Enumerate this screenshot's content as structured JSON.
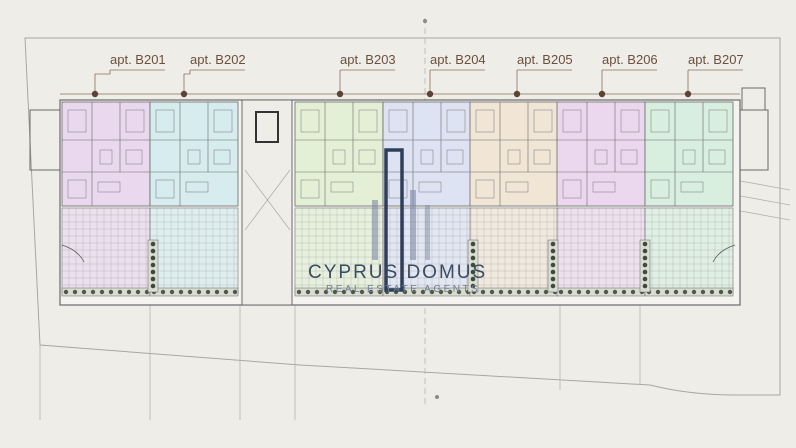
{
  "apartments": [
    {
      "id": "b201",
      "label": "apt. B201",
      "tint": "#ead8ee"
    },
    {
      "id": "b202",
      "label": "apt. B202",
      "tint": "#d6ecee"
    },
    {
      "id": "b203",
      "label": "apt. B203",
      "tint": "#e4f0d6"
    },
    {
      "id": "b204",
      "label": "apt. B204",
      "tint": "#dde3f2"
    },
    {
      "id": "b205",
      "label": "apt. B205",
      "tint": "#f1e6d6"
    },
    {
      "id": "b206",
      "label": "apt. B206",
      "tint": "#ecd8ee"
    },
    {
      "id": "b207",
      "label": "apt. B207",
      "tint": "#d8eede"
    }
  ],
  "watermark": {
    "title": "CYPRUS DOMUS",
    "subtitle": "REAL ESTATE AGENTS"
  },
  "colors": {
    "background": "#efede8",
    "line": "#6a6a6a",
    "leader": "#8a6e5e",
    "watermark": "#2f3f5a",
    "balcony_grid": "#9aa0a6"
  }
}
